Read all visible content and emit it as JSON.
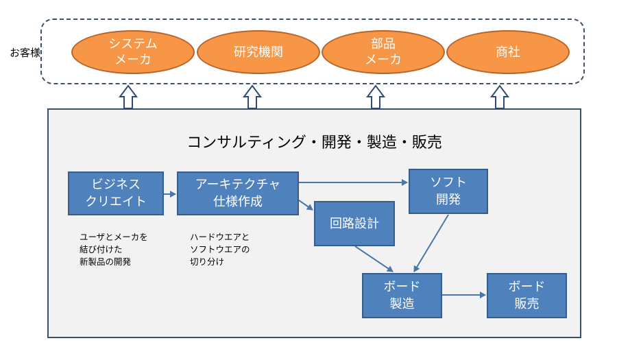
{
  "customers": {
    "label": "お客様",
    "items": [
      {
        "label": "システム\nメーカ"
      },
      {
        "label": "研究機関"
      },
      {
        "label": "部品\nメーカ"
      },
      {
        "label": "商社"
      }
    ]
  },
  "panel": {
    "title": "コンサルティング・開発・製造・販売"
  },
  "process": {
    "business_create": "ビジネス\nクリエイト",
    "architecture_spec": "アーキテクチャ\n仕様作成",
    "circuit_design": "回路設計",
    "software_dev": "ソフト\n開発",
    "board_manufacture": "ボード\n製造",
    "board_sales": "ボード\n販売"
  },
  "notes": {
    "business_note": "ユーザとメーカを\n結び付けた\n新製品の開発",
    "architecture_note": "ハードウエアと\nソフトウエアの\n切り分け"
  },
  "colors": {
    "customer_fill": "#f79646",
    "process_fill": "#4f81bd",
    "panel_fill": "#f2f2f2",
    "frame_stroke": "#3b4f6b"
  }
}
